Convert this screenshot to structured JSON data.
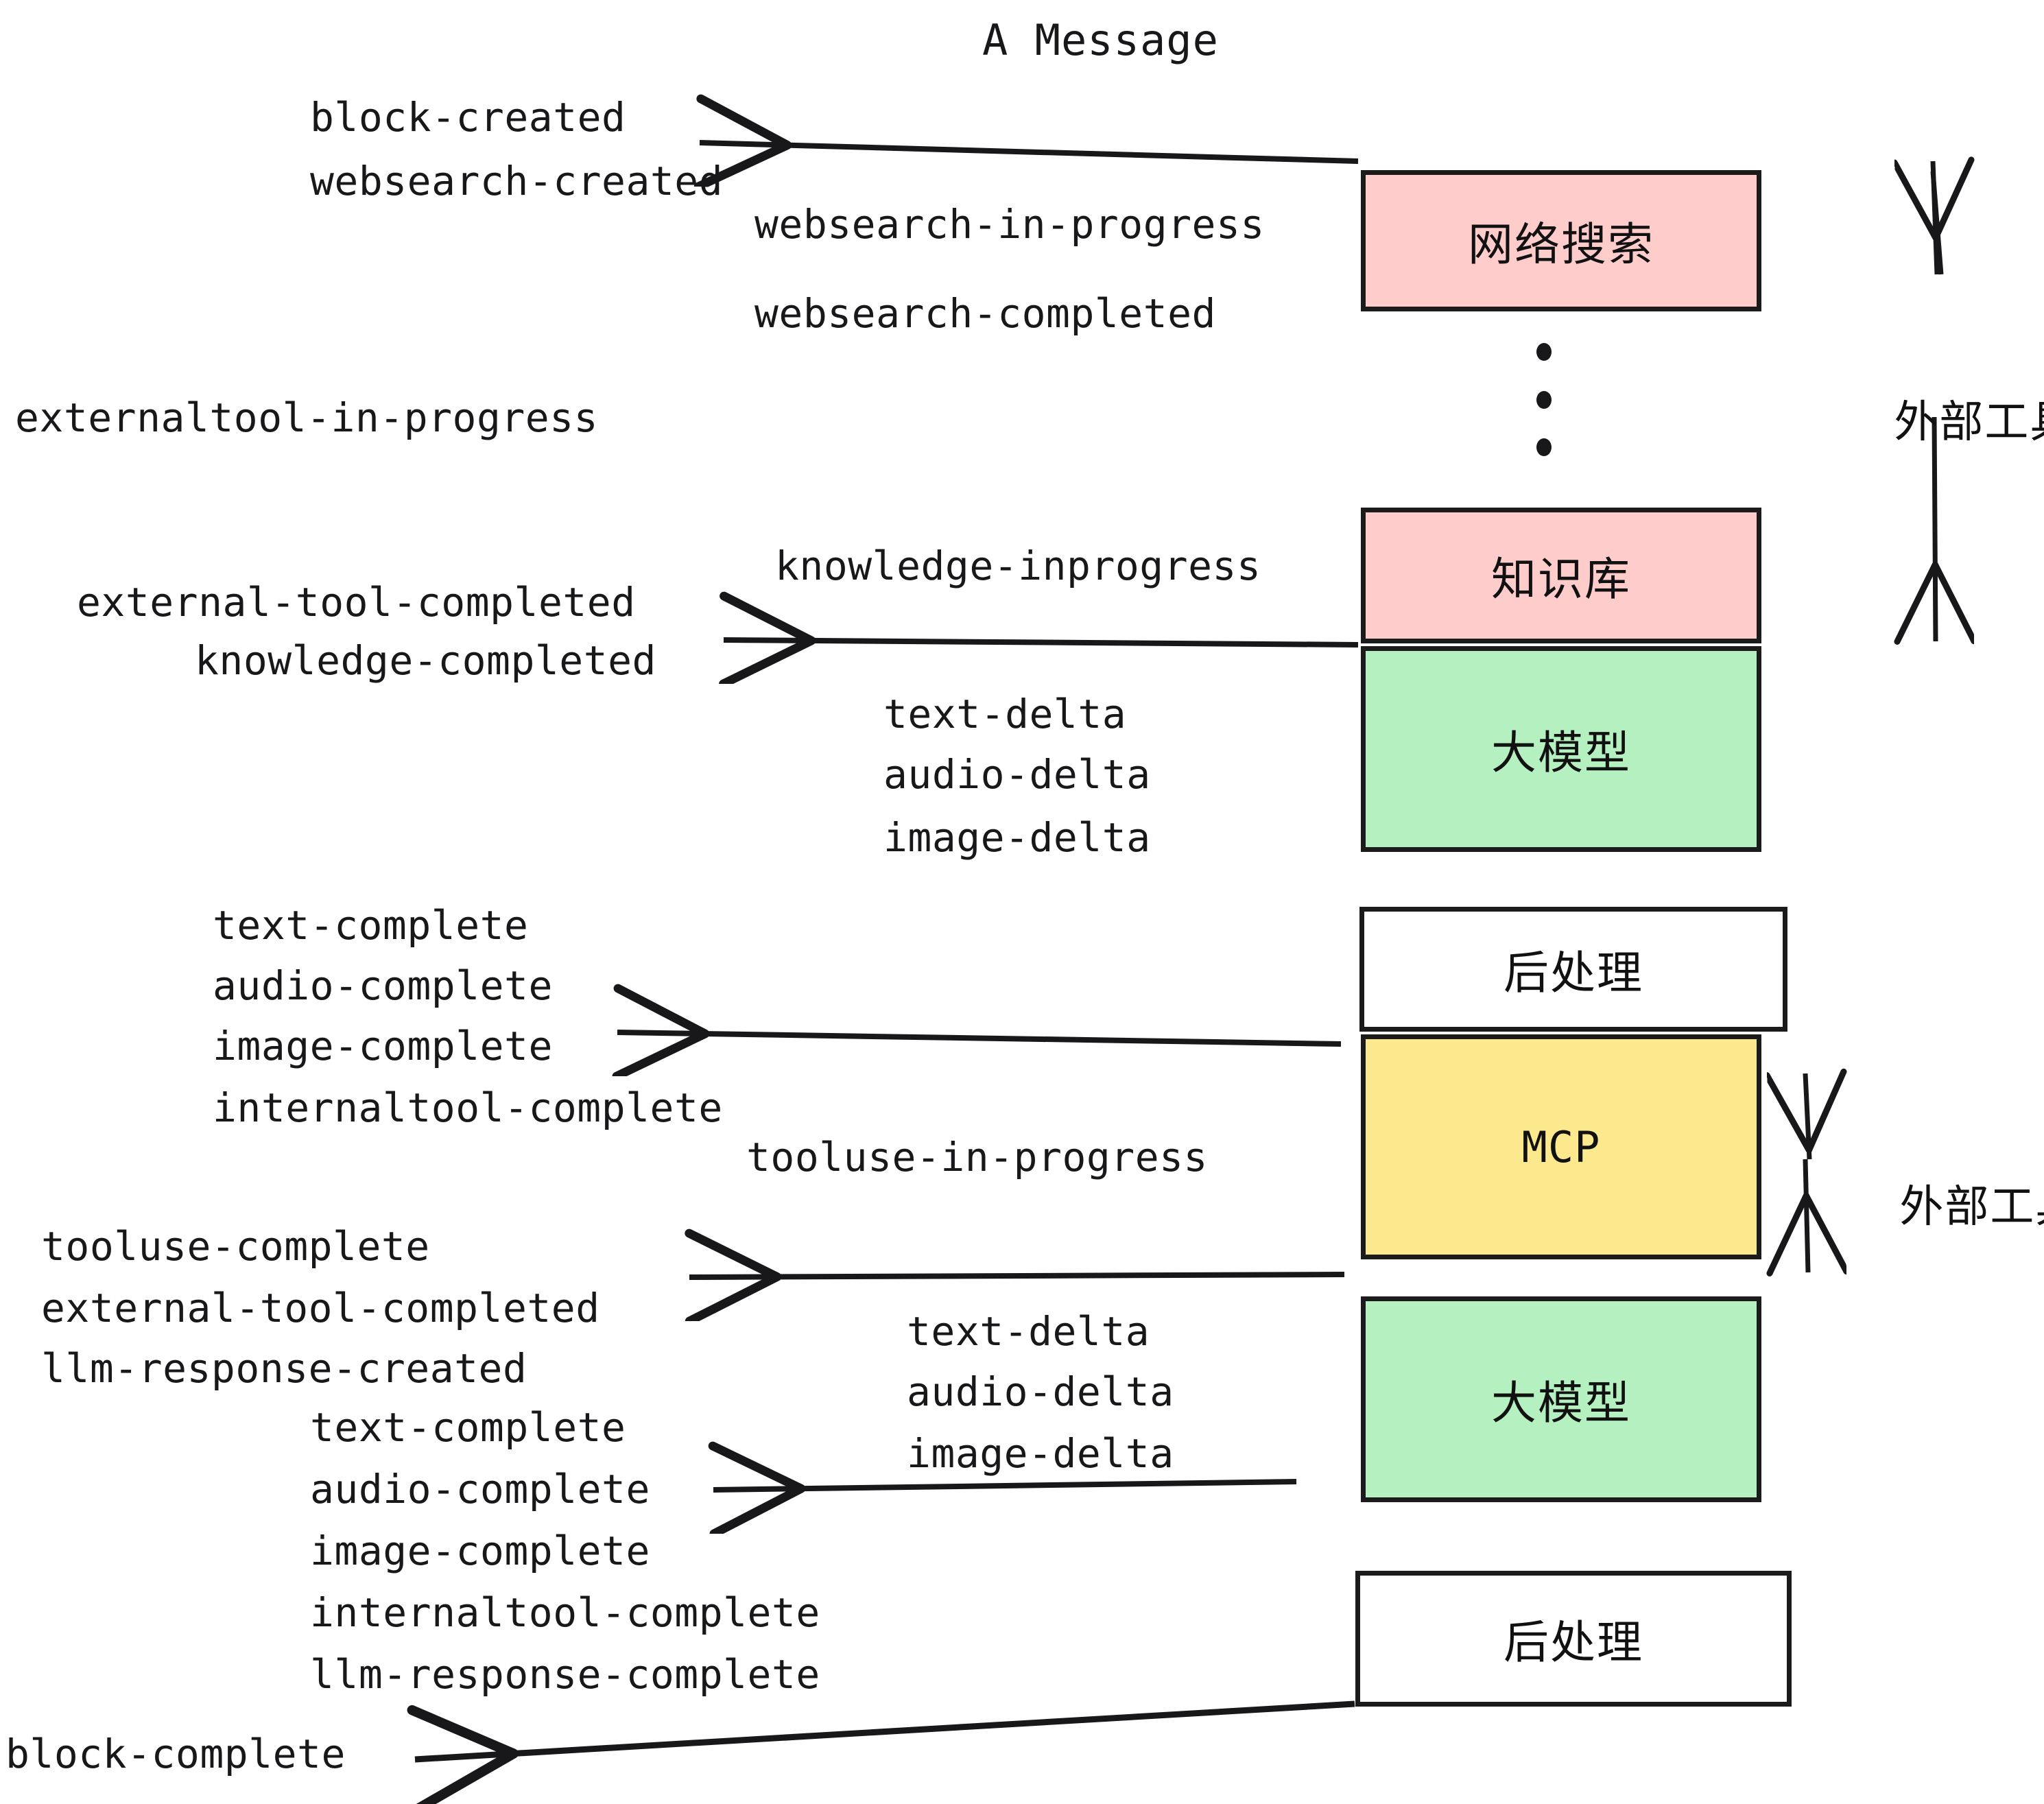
{
  "title": "A Message",
  "colors": {
    "external_tool_fill": "#FFCCCC",
    "llm_fill": "#B4F0C0",
    "mcp_fill": "#FCE98E",
    "postprocess_fill": "#FFFFFF",
    "stroke": "#1b1b1b",
    "text": "#18181b",
    "background": "#FFFFFF"
  },
  "nodes": [
    {
      "id": "websearch",
      "label": "网络搜索",
      "fill": "#FFCCCC",
      "kind": "external-tool"
    },
    {
      "id": "knowledge",
      "label": "知识库",
      "fill": "#FFCCCC",
      "kind": "external-tool"
    },
    {
      "id": "llm-1",
      "label": "大模型",
      "fill": "#B4F0C0",
      "kind": "llm"
    },
    {
      "id": "postprocess-1",
      "label": "后处理",
      "fill": "#FFFFFF",
      "kind": "postprocess"
    },
    {
      "id": "mcp",
      "label": "MCP",
      "fill": "#FCE98E",
      "kind": "external-tool"
    },
    {
      "id": "llm-2",
      "label": "大模型",
      "fill": "#B4F0C0",
      "kind": "llm"
    },
    {
      "id": "postprocess-2",
      "label": "后处理",
      "fill": "#FFFFFF",
      "kind": "postprocess"
    }
  ],
  "side_labels": [
    {
      "id": "external-tools-top",
      "text": "外部工具"
    },
    {
      "id": "external-tools-bottom",
      "text": "外部工具"
    }
  ],
  "events": {
    "block_created": "block-created",
    "websearch_created": "websearch-created",
    "websearch_in_progress": "websearch-in-progress",
    "websearch_completed": "websearch-completed",
    "externaltool_in_progress": "externaltool-in-progress",
    "knowledge_inprogress": "knowledge-inprogress",
    "external_tool_completed": "external-tool-completed",
    "knowledge_completed": "knowledge-completed",
    "text_delta_1": "text-delta",
    "audio_delta_1": "audio-delta",
    "image_delta_1": "image-delta",
    "text_complete_1": "text-complete",
    "audio_complete_1": "audio-complete",
    "image_complete_1": "image-complete",
    "internaltool_complete_1": "internaltool-complete",
    "tooluse_in_progress": "tooluse-in-progress",
    "tooluse_complete": "tooluse-complete",
    "external_tool_completed_2": "external-tool-completed",
    "llm_response_created": "llm-response-created",
    "text_delta_2": "text-delta",
    "audio_delta_2": "audio-delta",
    "image_delta_2": "image-delta",
    "text_complete_2": "text-complete",
    "audio_complete_2": "audio-complete",
    "image_complete_2": "image-complete",
    "internaltool_complete_2": "internaltool-complete",
    "llm_response_complete": "llm-response-complete",
    "block_complete": "block-complete"
  }
}
